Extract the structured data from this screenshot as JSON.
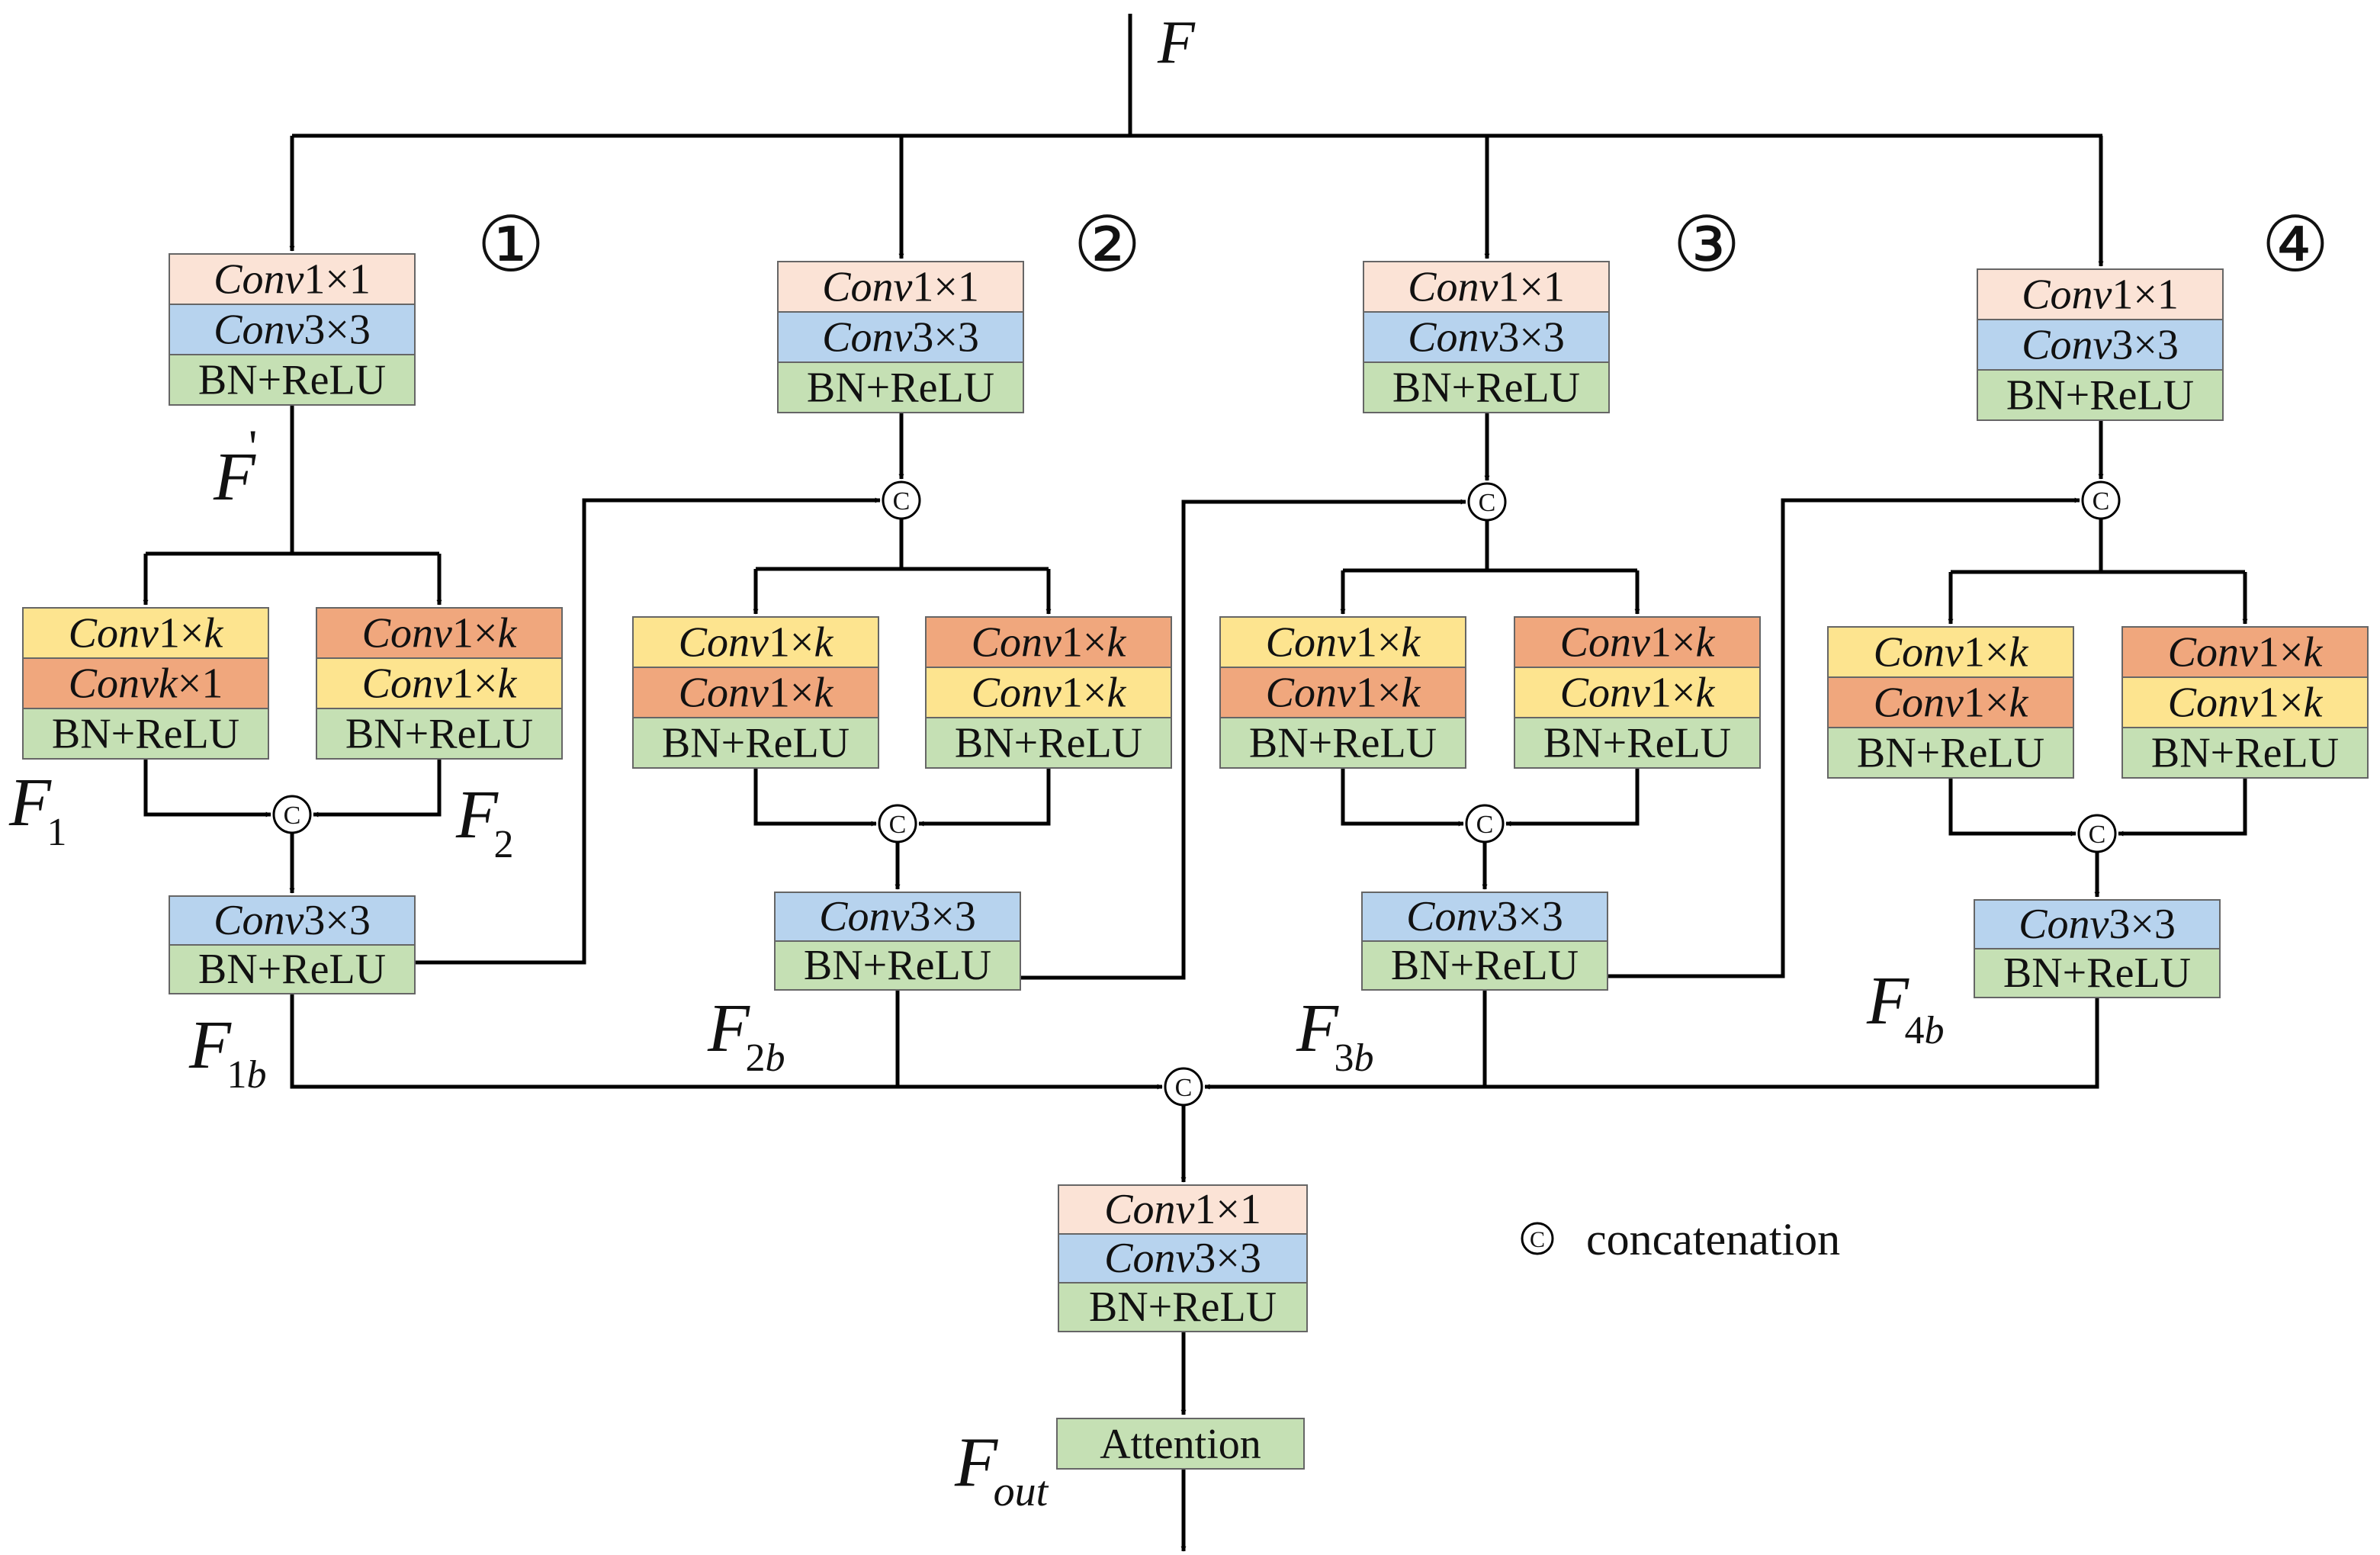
{
  "input_label": "F",
  "colors": {
    "conv1x1": "#fbe3d6",
    "conv3x3": "#b7d3ee",
    "bnrelu": "#c5e0b4",
    "conv1xk": "#fde48f",
    "convkx1": "#f0a77d",
    "attention": "#c5e0b4",
    "line": "#000000"
  },
  "modules": [
    {
      "number": "①",
      "top_block": [
        "Conv1×1",
        "Conv3×3",
        "BN+ReLU"
      ],
      "intermediate_label": "F'",
      "left_branch": [
        "Conv1×k",
        "Convk×1",
        "BN+ReLU"
      ],
      "right_branch": [
        "Conv1×k",
        "Conv1×k",
        "BN+ReLU"
      ],
      "left_label": "F1",
      "right_label": "F2",
      "fuse_block": [
        "Conv3×3",
        "BN+ReLU"
      ],
      "output_label": "F1b"
    },
    {
      "number": "②",
      "top_block": [
        "Conv1×1",
        "Conv3×3",
        "BN+ReLU"
      ],
      "left_branch": [
        "Conv1×k",
        "Conv1×k",
        "BN+ReLU"
      ],
      "right_branch": [
        "Conv1×k",
        "Conv1×k",
        "BN+ReLU"
      ],
      "fuse_block": [
        "Conv3×3",
        "BN+ReLU"
      ],
      "output_label": "F2b"
    },
    {
      "number": "③",
      "top_block": [
        "Conv1×1",
        "Conv3×3",
        "BN+ReLU"
      ],
      "left_branch": [
        "Conv1×k",
        "Conv1×k",
        "BN+ReLU"
      ],
      "right_branch": [
        "Conv1×k",
        "Conv1×k",
        "BN+ReLU"
      ],
      "fuse_block": [
        "Conv3×3",
        "BN+ReLU"
      ],
      "output_label": "F3b"
    },
    {
      "number": "④",
      "top_block": [
        "Conv1×1",
        "Conv3×3",
        "BN+ReLU"
      ],
      "left_branch": [
        "Conv1×k",
        "Conv1×k",
        "BN+ReLU"
      ],
      "right_branch": [
        "Conv1×k",
        "Conv1×k",
        "BN+ReLU"
      ],
      "fuse_block": [
        "Conv3×3",
        "BN+ReLU"
      ],
      "output_label": "F4b"
    }
  ],
  "final_block": [
    "Conv1×1",
    "Conv3×3",
    "BN+ReLU"
  ],
  "attention_label": "Attention",
  "output_label": "Fout",
  "concat_symbol": "C",
  "legend": {
    "symbol": "C",
    "text": "concatenation"
  }
}
